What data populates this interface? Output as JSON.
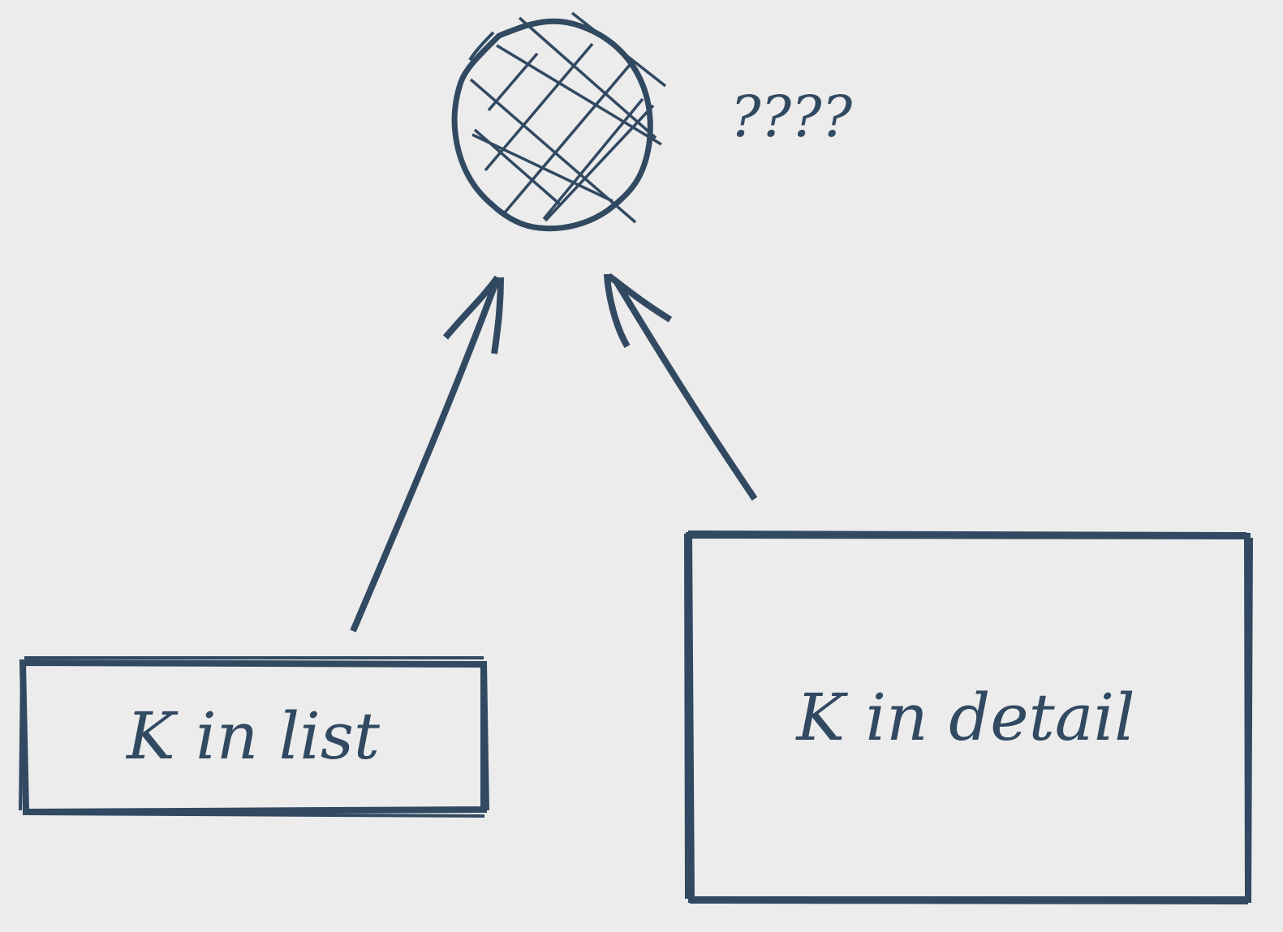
{
  "unknown_target": {
    "label": "????"
  },
  "nodes": [
    {
      "id": "k_in_list",
      "label": "K in list"
    },
    {
      "id": "k_in_detail",
      "label": "K in detail"
    }
  ],
  "colors": {
    "background": "#ececec",
    "ink": "#314961"
  }
}
